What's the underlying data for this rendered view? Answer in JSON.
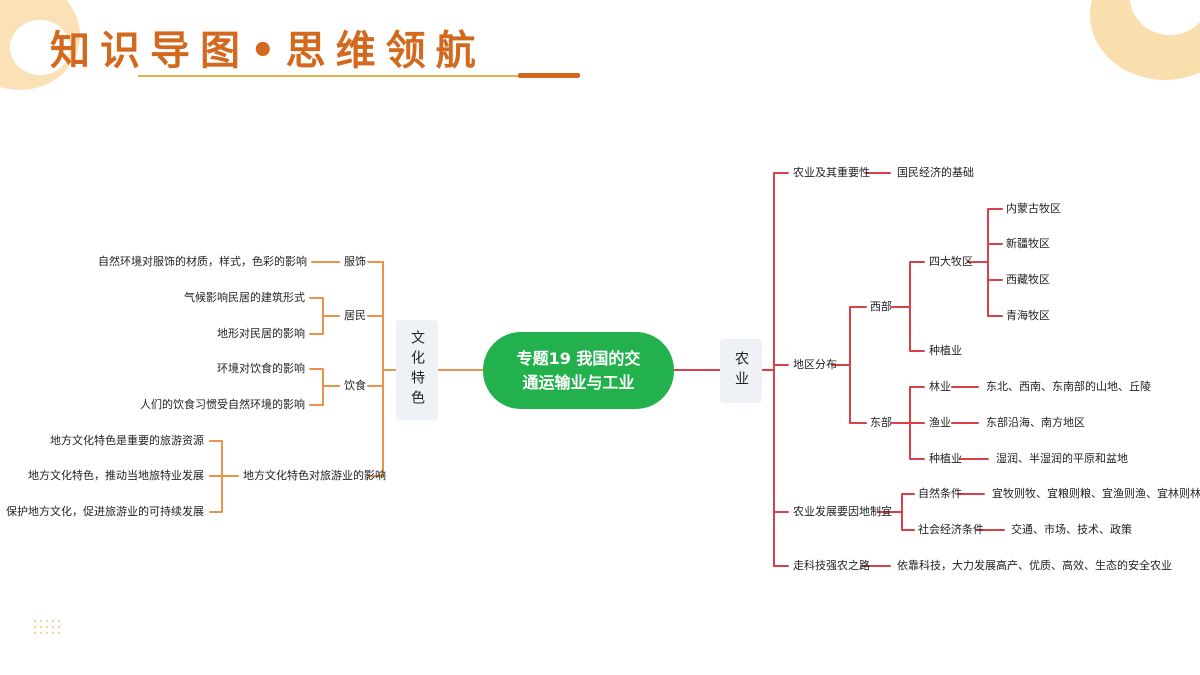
{
  "title": "知识导图•思维领航",
  "center": {
    "line1": "专题19   我国的交",
    "line2": "通运输业与工业"
  },
  "left": {
    "label": "文化特色",
    "clothing": {
      "label": "服饰",
      "items": [
        "自然环境对服饰的材质，样式，色彩的影响"
      ]
    },
    "housing": {
      "label": "居民",
      "items": [
        "气候影响民居的建筑形式",
        "地形对民居的影响"
      ]
    },
    "diet": {
      "label": "饮食",
      "items": [
        "环境对饮食的影响",
        "人们的饮食习惯受自然环境的影响"
      ]
    },
    "tourism": {
      "label": "地方文化特色对旅游业的影响",
      "items": [
        "地方文化特色是重要的旅游资源",
        "地方文化特色，推动当地旅特业发展",
        "保护地方文化，促进旅游业的可持续发展"
      ]
    }
  },
  "right": {
    "label": "农业",
    "importance": {
      "label": "农业及其重要性",
      "value": "国民经济的基础"
    },
    "distribution": {
      "label": "地区分布",
      "west": {
        "label": "西部",
        "pastoral": {
          "label": "四大牧区",
          "items": [
            "内蒙古牧区",
            "新疆牧区",
            "西藏牧区",
            "青海牧区"
          ]
        },
        "planting": "种植业"
      },
      "east": {
        "label": "东部",
        "forestry": {
          "label": "林业",
          "value": "东北、西南、东南部的山地、丘陵"
        },
        "fishery": {
          "label": "渔业",
          "value": "东部沿海、南方地区"
        },
        "planting": {
          "label": "种植业",
          "value": "湿润、半湿润的平原和盆地"
        }
      }
    },
    "development": {
      "label": "农业发展要因地制宜",
      "natural": {
        "label": "自然条件",
        "value": "宜牧则牧、宜粮则粮、宜渔则渔、宜林则林"
      },
      "social": {
        "label": "社会经济条件",
        "value": "交通、市场、技术、政策"
      }
    },
    "tech": {
      "label": "走科技强农之路",
      "value": "依靠科技，大力发展高产、优质、高效、生态的安全农业"
    }
  },
  "colors": {
    "left_branch": "#e8944a",
    "right_branch": "#d9404a",
    "center": "#22b14c",
    "title": "#d2691e"
  }
}
